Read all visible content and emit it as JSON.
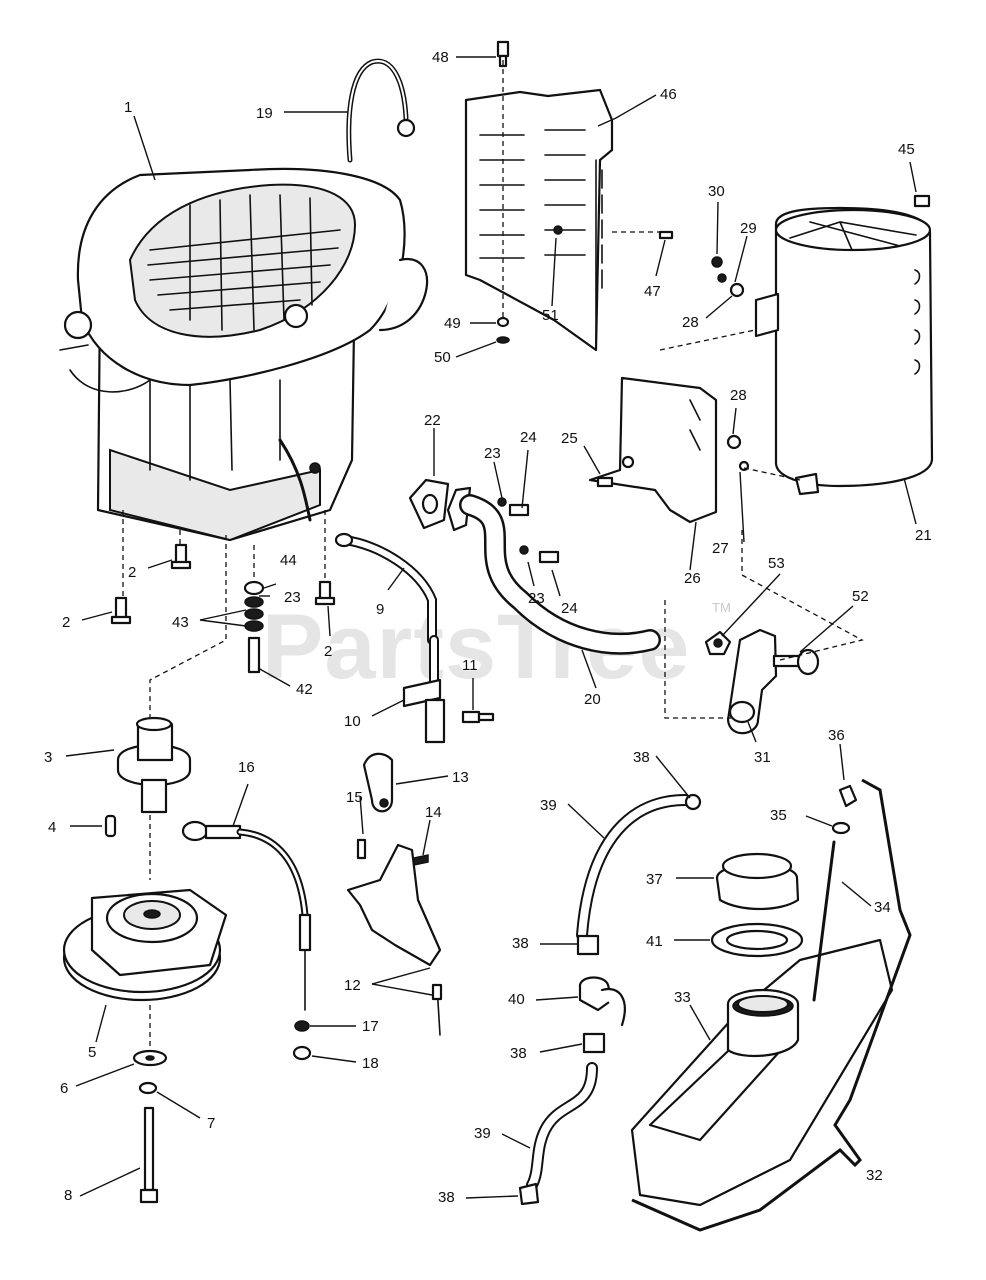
{
  "watermark": {
    "text": "PartsTree",
    "trademark": "TM"
  },
  "callouts": [
    {
      "id": "c1",
      "text": "1"
    },
    {
      "id": "c2a",
      "text": "2"
    },
    {
      "id": "c2b",
      "text": "2"
    },
    {
      "id": "c2c",
      "text": "2"
    },
    {
      "id": "c3",
      "text": "3"
    },
    {
      "id": "c4",
      "text": "4"
    },
    {
      "id": "c5",
      "text": "5"
    },
    {
      "id": "c6",
      "text": "6"
    },
    {
      "id": "c7",
      "text": "7"
    },
    {
      "id": "c8",
      "text": "8"
    },
    {
      "id": "c9",
      "text": "9"
    },
    {
      "id": "c10",
      "text": "10"
    },
    {
      "id": "c11",
      "text": "11"
    },
    {
      "id": "c12",
      "text": "12"
    },
    {
      "id": "c13",
      "text": "13"
    },
    {
      "id": "c14",
      "text": "14"
    },
    {
      "id": "c15",
      "text": "15"
    },
    {
      "id": "c16",
      "text": "16"
    },
    {
      "id": "c17",
      "text": "17"
    },
    {
      "id": "c18",
      "text": "18"
    },
    {
      "id": "c19",
      "text": "19"
    },
    {
      "id": "c20",
      "text": "20"
    },
    {
      "id": "c21",
      "text": "21"
    },
    {
      "id": "c22",
      "text": "22"
    },
    {
      "id": "c23a",
      "text": "23"
    },
    {
      "id": "c23b",
      "text": "23"
    },
    {
      "id": "c23c",
      "text": "23"
    },
    {
      "id": "c24a",
      "text": "24"
    },
    {
      "id": "c24b",
      "text": "24"
    },
    {
      "id": "c25",
      "text": "25"
    },
    {
      "id": "c26",
      "text": "26"
    },
    {
      "id": "c27",
      "text": "27"
    },
    {
      "id": "c28a",
      "text": "28"
    },
    {
      "id": "c28b",
      "text": "28"
    },
    {
      "id": "c29",
      "text": "29"
    },
    {
      "id": "c30",
      "text": "30"
    },
    {
      "id": "c31",
      "text": "31"
    },
    {
      "id": "c32",
      "text": "32"
    },
    {
      "id": "c33",
      "text": "33"
    },
    {
      "id": "c34",
      "text": "34"
    },
    {
      "id": "c35",
      "text": "35"
    },
    {
      "id": "c36",
      "text": "36"
    },
    {
      "id": "c37",
      "text": "37"
    },
    {
      "id": "c38a",
      "text": "38"
    },
    {
      "id": "c38b",
      "text": "38"
    },
    {
      "id": "c38c",
      "text": "38"
    },
    {
      "id": "c38d",
      "text": "38"
    },
    {
      "id": "c39a",
      "text": "39"
    },
    {
      "id": "c39b",
      "text": "39"
    },
    {
      "id": "c40",
      "text": "40"
    },
    {
      "id": "c41",
      "text": "41"
    },
    {
      "id": "c42",
      "text": "42"
    },
    {
      "id": "c43",
      "text": "43"
    },
    {
      "id": "c44",
      "text": "44"
    },
    {
      "id": "c45",
      "text": "45"
    },
    {
      "id": "c46",
      "text": "46"
    },
    {
      "id": "c47",
      "text": "47"
    },
    {
      "id": "c48",
      "text": "48"
    },
    {
      "id": "c49",
      "text": "49"
    },
    {
      "id": "c50",
      "text": "50"
    },
    {
      "id": "c51",
      "text": "51"
    },
    {
      "id": "c52",
      "text": "52"
    },
    {
      "id": "c53",
      "text": "53"
    }
  ]
}
